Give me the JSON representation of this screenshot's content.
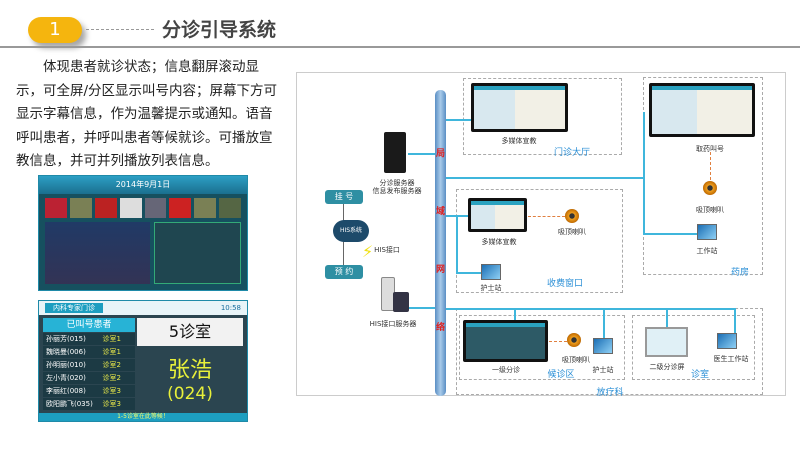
{
  "header": {
    "number": "1",
    "title": "分诊引导系统"
  },
  "description": "体现患者就诊状态；信息翻屏滚动显示，可全屏/分区显示叫号内容；屏幕下方可显示字幕信息，作为温馨提示或通知。语音呼叫患者，并呼叫患者等候就诊。可播放宣教信息，并可并列播放列表信息。",
  "screenshot1": {
    "date": "2014年9月1日"
  },
  "screenshot2": {
    "dept": "内科专家门诊",
    "time": "10:58",
    "called_header": "已叫号患者",
    "rows": [
      {
        "name": "孙丽芳(015)",
        "room": "诊室1"
      },
      {
        "name": "魏晓曼(006)",
        "room": "诊室1"
      },
      {
        "name": "孙明丽(010)",
        "room": "诊室2"
      },
      {
        "name": "左小青(020)",
        "room": "诊室2"
      },
      {
        "name": "李丽红(008)",
        "room": "诊室3"
      },
      {
        "name": "欧阳鹏飞(035)",
        "room": "诊室3"
      }
    ],
    "room": "5诊室",
    "patient": "张浩",
    "number": "(024)",
    "ticker": "1-5诊室在此等候！"
  },
  "diagram": {
    "bus": [
      "局",
      "域",
      "网",
      "络"
    ],
    "registration": "挂 号",
    "appointment": "预 约",
    "his_system": "HIS系统",
    "his_interface": "HIS接口",
    "his_server": "HIS接口服务器",
    "triage_server": [
      "分诊服务器",
      "信息发布服务器"
    ],
    "zones": {
      "lobby": "门诊大厅",
      "pharmacy": "药房",
      "cashier": "收费窗口",
      "radiology": "放疗科",
      "waiting": "候诊区",
      "clinic": "诊室"
    },
    "devices": {
      "multimedia": "多媒体宣教",
      "pharmacy_call": "取药叫号",
      "speaker": "吸顶喇叭",
      "workstation": "工作站",
      "nurse_station": "护士站",
      "primary_triage": "一级分诊",
      "secondary_triage": "二级分诊屏",
      "doctor_station": "医生工作站"
    }
  }
}
